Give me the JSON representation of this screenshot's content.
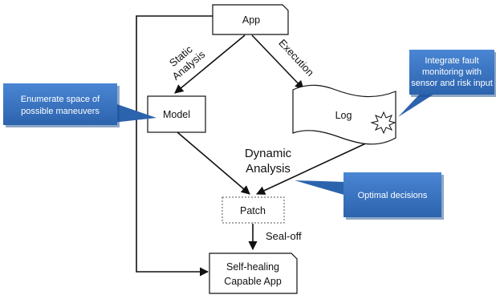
{
  "nodes": {
    "app": "App",
    "model": "Model",
    "log": "Log",
    "patch": "Patch",
    "self_healing_line1": "Self-healing",
    "self_healing_line2": "Capable App"
  },
  "edges": {
    "static_line1": "Static",
    "static_line2": "Analysis",
    "execution": "Execution",
    "dynamic_line1": "Dynamic",
    "dynamic_line2": "Analysis",
    "sealoff": "Seal-off"
  },
  "callouts": {
    "enumerate_line1": "Enumerate space of",
    "enumerate_line2": "possible maneuvers",
    "integrate_line1": "Integrate fault",
    "integrate_line2": "monitoring with",
    "integrate_line3": "sensor and risk input",
    "optimal": "Optimal decisions"
  },
  "colors": {
    "callout_fill": "#3a75c4",
    "callout_shade": "#1f4f8f",
    "stroke": "#111111"
  }
}
